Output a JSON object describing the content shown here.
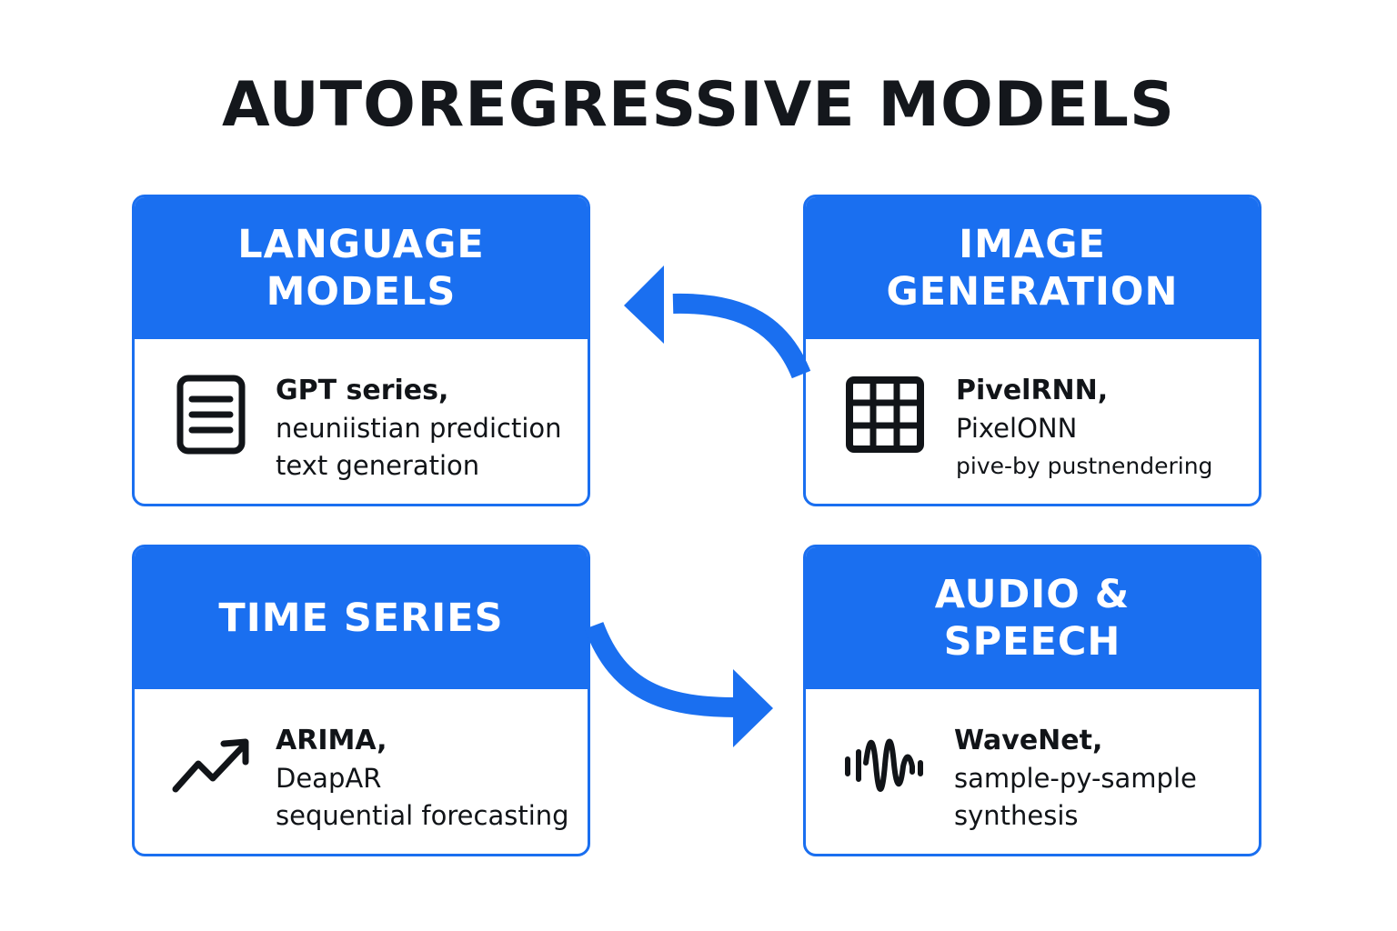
{
  "title": "AUTOREGRESSIVE MODELS",
  "colors": {
    "accent": "#1a6ff0",
    "text": "#111418",
    "background": "#ffffff"
  },
  "cards": [
    {
      "title": "LANGUAGE\nMODELS",
      "icon": "document-icon",
      "line1": "GPT series,",
      "line2": "neuniistian prediction",
      "line3": "text generation"
    },
    {
      "title": "IMAGE\nGENERATION",
      "icon": "grid-icon",
      "line1": "PivelRNN,",
      "line2": "PixelONN",
      "line3": "pive-by pustnendering"
    },
    {
      "title": "TIME SERIES",
      "icon": "trend-up-icon",
      "line1": "ARIMA,",
      "line2": "DeapAR",
      "line3": "sequential forecasting"
    },
    {
      "title": "AUDIO &\nSPEECH",
      "icon": "waveform-icon",
      "line1": "WaveNet,",
      "line2": "sample-py-sample",
      "line3": "synthesis"
    }
  ]
}
